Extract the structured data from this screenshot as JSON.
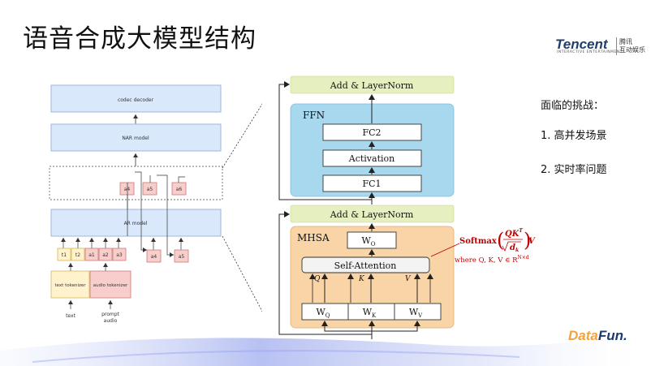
{
  "slide": {
    "title": "语音合成大模型结构",
    "logo_brand": "Tencent",
    "logo_tagline": "INTERACTIVE ENTERTAINMENT",
    "logo_cn_line1": "腾讯",
    "logo_cn_line2": "互动娱乐",
    "challenges_heading": "面临的挑战：",
    "challenges": [
      "1. 高并发场景",
      "2. 实时率问题"
    ],
    "footer_logo_a": "Data",
    "footer_logo_b": "Fun."
  },
  "left_diagram": {
    "codec_decoder": "codec decoder",
    "nar_model": "NAR model",
    "ar_model": "AR model",
    "token_row_a": [
      "a4",
      "a5",
      "a6"
    ],
    "text_tokens": [
      "t1",
      "t2"
    ],
    "audio_tokens": [
      "a1",
      "a2",
      "a3"
    ],
    "output_tokens": [
      "a4",
      "a5"
    ],
    "text_tokenizer": "text tokenizer",
    "audio_tokenizer": "audio tokenizer",
    "text_input": "text",
    "prompt_audio_line1": "prompt",
    "prompt_audio_line2": "audio"
  },
  "right_diagram": {
    "add_norm_top": "Add & LayerNorm",
    "ffn_label": "FFN",
    "fc2": "FC2",
    "activation": "Activation",
    "fc1": "FC1",
    "add_norm_bottom": "Add & LayerNorm",
    "mhsa_label": "MHSA",
    "wo": "W",
    "wo_sub": "O",
    "self_attention": "Self-Attention",
    "q": "Q",
    "k": "K",
    "v": "V",
    "wq": "W",
    "wq_sub": "Q",
    "wk": "W",
    "wk_sub": "K",
    "wv": "W",
    "wv_sub": "V",
    "softmax_word": "Softmax",
    "softmax_num": "QK",
    "softmax_sup": "T",
    "softmax_den": "d",
    "softmax_den_sub": "k",
    "softmax_tail": "V",
    "where_text": "where Q, K, V ∈ R",
    "where_sup": "N×d"
  },
  "colors": {
    "light_blue_box": "#dae8fc",
    "light_blue_border": "#9ab8dd",
    "pink_box": "#f8cecc",
    "pink_border": "#c97a78",
    "yellow_box": "#fff2cc",
    "yellow_border": "#d6b656",
    "ffn_fill": "#a8d8ee",
    "mhsa_fill": "#f9d4a6",
    "add_norm_fill": "#e6efc0",
    "formula_red": "#c00000"
  }
}
